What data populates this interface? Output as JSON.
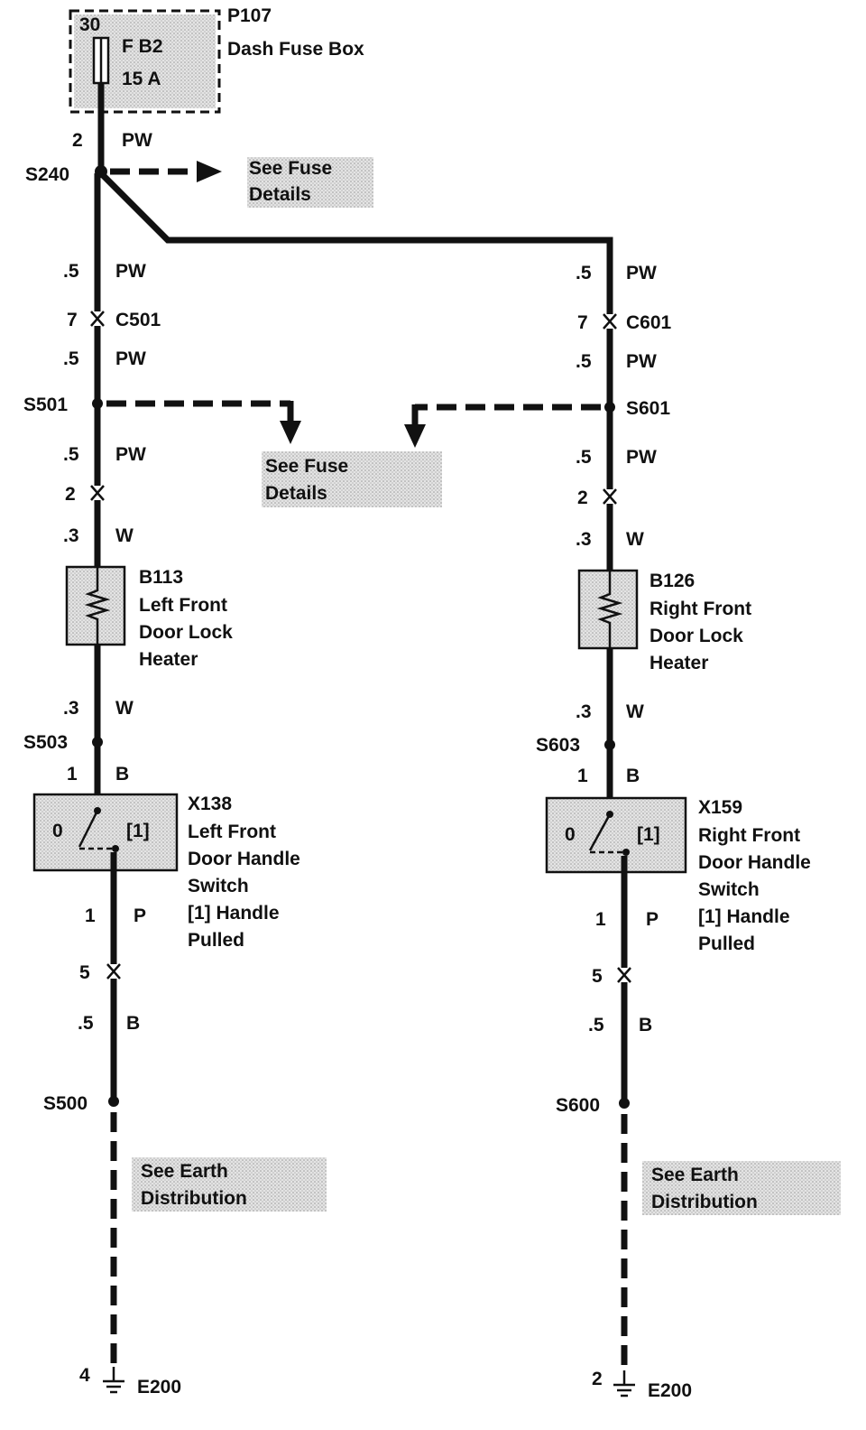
{
  "fuse_box": {
    "pin": "30",
    "ref": "P107",
    "name": "Dash Fuse Box",
    "fuse": "F B2",
    "rating": "15 A"
  },
  "top": {
    "pin": "2",
    "color": "PW",
    "splice": "S240",
    "see_fuse": "See Fuse",
    "details": "Details"
  },
  "center": {
    "see_fuse": "See Fuse",
    "details": "Details"
  },
  "left": {
    "w1_size": ".5",
    "w1_color": "PW",
    "conn_pin": "7",
    "conn": "C501",
    "w2_size": ".5",
    "w2_color": "PW",
    "splice1": "S501",
    "w3_size": ".5",
    "w3_color": "PW",
    "pin2": "2",
    "w4_size": ".3",
    "w4_color": "W",
    "heater_ref": "B113",
    "heater_l1": "Left Front",
    "heater_l2": "Door Lock",
    "heater_l3": "Heater",
    "w5_size": ".3",
    "w5_color": "W",
    "splice2": "S503",
    "w6_pin": "1",
    "w6_color": "B",
    "switch_ref": "X138",
    "switch_l1": "Left Front",
    "switch_l2": "Door Handle",
    "switch_l3": "Switch",
    "switch_l4": "[1] Handle",
    "switch_l5": "Pulled",
    "sw_pos0": "0",
    "sw_pos1": "[1]",
    "w7_pin": "1",
    "w7_color": "P",
    "pin5": "5",
    "w8_size": ".5",
    "w8_color": "B",
    "splice3": "S500",
    "earth_l1": "See Earth",
    "earth_l2": "Distribution",
    "ground_pin": "4",
    "ground": "E200"
  },
  "right": {
    "w1_size": ".5",
    "w1_color": "PW",
    "conn_pin": "7",
    "conn": "C601",
    "w2_size": ".5",
    "w2_color": "PW",
    "splice1": "S601",
    "w3_size": ".5",
    "w3_color": "PW",
    "pin2": "2",
    "w4_size": ".3",
    "w4_color": "W",
    "heater_ref": "B126",
    "heater_l1": "Right Front",
    "heater_l2": "Door Lock",
    "heater_l3": "Heater",
    "w5_size": ".3",
    "w5_color": "W",
    "splice2": "S603",
    "w6_pin": "1",
    "w6_color": "B",
    "switch_ref": "X159",
    "switch_l1": "Right Front",
    "switch_l2": "Door Handle",
    "switch_l3": "Switch",
    "switch_l4": "[1] Handle",
    "switch_l5": "Pulled",
    "sw_pos0": "0",
    "sw_pos1": "[1]",
    "w7_pin": "1",
    "w7_color": "P",
    "pin5": "5",
    "w8_size": ".5",
    "w8_color": "B",
    "splice3": "S600",
    "earth_l1": "See Earth",
    "earth_l2": "Distribution",
    "ground_pin": "2",
    "ground": "E200"
  }
}
